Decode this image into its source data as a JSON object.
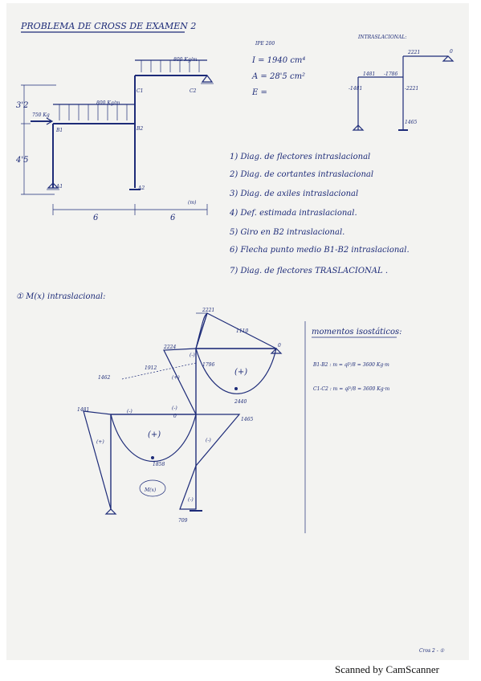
{
  "title": "PROBLEMA DE CROSS DE EXAMEN 2",
  "properties": {
    "section": "IPE 200",
    "inertia": "I = 1940 cm⁴",
    "area": "A = 28'5 cm²",
    "modulus": "E ="
  },
  "structure_labels": {
    "load1": "800 Kg/m",
    "load2": "800 Kg/m",
    "point_load": "750 Kg",
    "height_top": "3'2",
    "height_bottom": "4'5",
    "span1": "6",
    "span2": "6",
    "units": "(m)",
    "nodes": {
      "b1": "B1",
      "b2": "B2",
      "c1": "C1",
      "c2": "C2",
      "a1": "A1",
      "a2": "A2"
    }
  },
  "intraslacional": {
    "heading": "INTRASLACIONAL:",
    "values": {
      "v2221": "2221",
      "v1481": "1481",
      "v1786": "-1786",
      "v1481b": "-1481",
      "v2221b": "-2221",
      "v0": "0",
      "v1465": "1465"
    }
  },
  "tasks": [
    "1) Diag. de flectores intraslacional",
    "2) Diag. de cortantes intraslacional",
    "3) Diag. de axiles intraslacional",
    "4) Def. estimada intraslacional.",
    "5) Giro en B2 intraslacional.",
    "6) Flecha punto medio B1-B2 intraslacional.",
    "7) Diag. de flectores TRASLACIONAL ."
  ],
  "section1": {
    "heading": "① M(x) intraslacional:",
    "label": "M(x)",
    "values": {
      "v2221": "2221",
      "v1110": "1110",
      "v2224": "2224",
      "v1912": "1912",
      "v1796": "1796",
      "v1462": "1462",
      "v2440": "2440",
      "v1481": "1481",
      "v0a": "0",
      "v0b": "0",
      "v1465": "1465",
      "v1858": "1858",
      "v709": "709"
    },
    "signs": {
      "s1": "(-)",
      "s2": "(-)",
      "s3": "(+)",
      "s4": "(+)",
      "s5": "(+)",
      "s6": "(+)",
      "s7": "(-)",
      "s8": "(-)",
      "s9": "(-)"
    }
  },
  "momentos_isostaticos": {
    "heading": "momentos isostáticos:",
    "eq1": "B1-B2 :  m = ql²/8 = 3600 Kg·m",
    "eq2": "C1-C2 :  m = ql²/8 = 3600 Kg·m"
  },
  "page_number": "Cros 2 - ①",
  "footer": "Scanned by CamScanner"
}
